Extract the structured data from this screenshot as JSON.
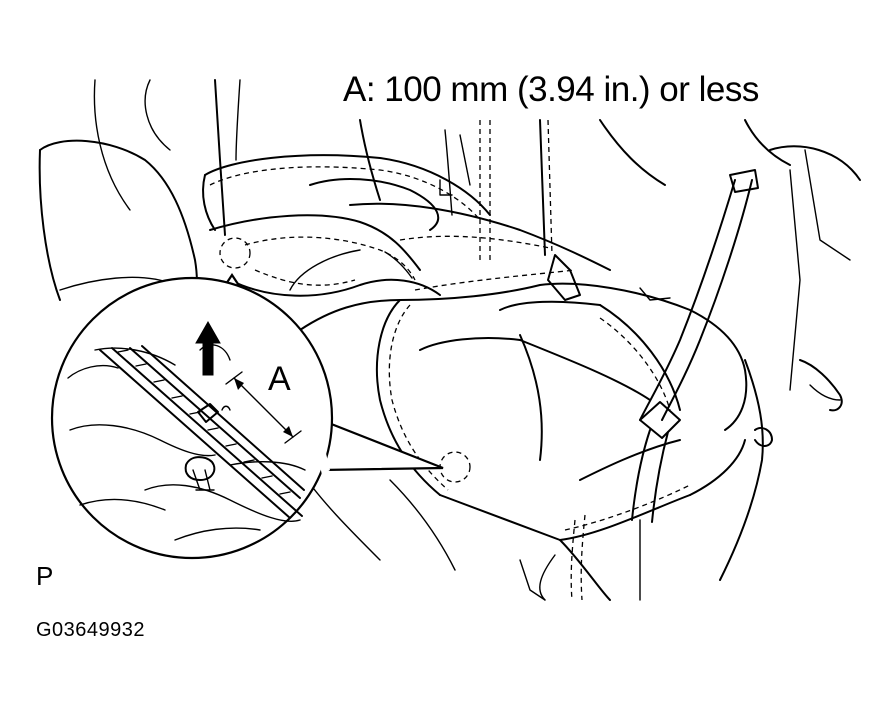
{
  "spec_label": "A: 100 mm (3.94 in.) or less",
  "dimension_letter": "A",
  "view_label": "P",
  "figure_id": "G03649932"
}
